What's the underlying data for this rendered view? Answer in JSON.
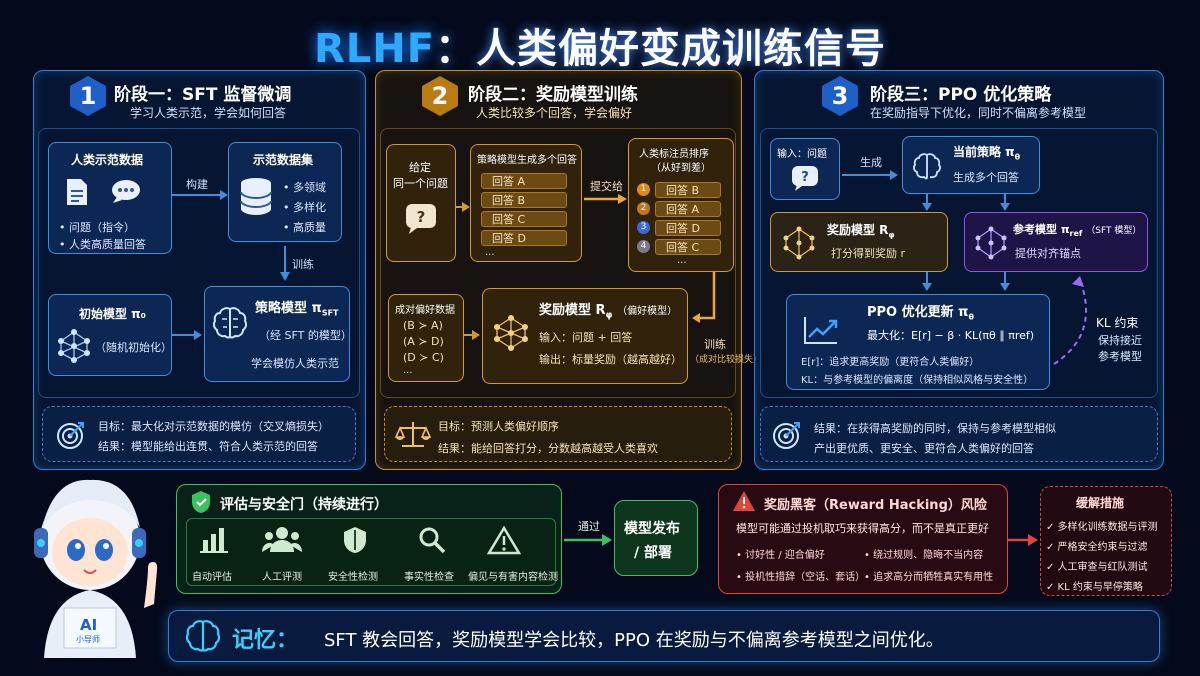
{
  "title": {
    "prefix": "RLHF",
    "rest": "：人类偏好变成训练信号"
  },
  "stage1": {
    "number": "1",
    "title": "阶段一：SFT 监督微调",
    "subtitle": "学习人类示范，学会如何回答",
    "demo_box": {
      "title": "人类示范数据",
      "items": [
        "• 问题（指令）",
        "• 人类高质量回答"
      ]
    },
    "build_label": "构建",
    "dataset_box": {
      "title": "示范数据集",
      "items": [
        "• 多领域",
        "• 多样化",
        "• 高质量"
      ]
    },
    "train_label": "训练",
    "init_box": {
      "title": "初始模型 π₀",
      "desc": "（随机初始化）"
    },
    "policy_box": {
      "title": "策略模型 π",
      "sub": "SFT",
      "desc1": "（经 SFT 的模型）",
      "desc2": "学会模仿人类示范"
    },
    "goal": "目标：最大化对示范数据的模仿（交叉熵损失）",
    "result": "结果：模型能给出连贯、符合人类示范的回答"
  },
  "stage2": {
    "number": "2",
    "title": "阶段二：奖励模型训练",
    "subtitle": "人类比较多个回答，学会偏好",
    "question_box": {
      "line1": "给定",
      "line2": "同一个问题"
    },
    "gen_box": {
      "title": "策略模型生成多个回答",
      "answers": [
        "回答 A",
        "回答 B",
        "回答 C",
        "回答 D"
      ],
      "more": "..."
    },
    "submit_label": "提交给",
    "rank_box": {
      "title1": "人类标注员排序",
      "title2": "（从好到差）",
      "ranks": [
        "回答 B",
        "回答 A",
        "回答 D",
        "回答 C"
      ],
      "nums": [
        "1",
        "2",
        "3",
        "4"
      ],
      "more": "..."
    },
    "pairs_box": {
      "title": "成对偏好数据",
      "pairs": [
        "(B ≻ A)",
        "(A ≻ D)",
        "(D ≻ C)"
      ],
      "more": "..."
    },
    "rm_box": {
      "title": "奖励模型 R",
      "sub": "φ",
      "tag": "（偏好模型）",
      "input": "输入：问题 + 回答",
      "output": "输出：标量奖励（越高越好）"
    },
    "train_label": "训练",
    "train_sub": "（成对比较损失）",
    "goal": "目标：预测人类偏好顺序",
    "result": "结果：能给回答打分，分数越高越受人类喜欢"
  },
  "stage3": {
    "number": "3",
    "title": "阶段三：PPO 优化策略",
    "subtitle": "在奖励指导下优化，同时不偏离参考模型",
    "input_box": {
      "label": "输入：问题"
    },
    "gen_label": "生成",
    "current_box": {
      "title": "当前策略 π",
      "sub": "θ",
      "desc": "生成多个回答"
    },
    "reward_box": {
      "title": "奖励模型 R",
      "sub": "φ",
      "desc": "打分得到奖励 r"
    },
    "ref_box": {
      "title": "参考模型 π",
      "sub": "ref",
      "tag": "（SFT 模型）",
      "desc": "提供对齐锚点"
    },
    "ppo_box": {
      "title": "PPO 优化更新 π",
      "sub": "θ",
      "formula": "最大化：E[r] − β · KL(πθ ∥ πref)",
      "line1": "E[r]：追求更高奖励（更符合人类偏好）",
      "line2": "KL：与参考模型的偏离度（保持相似风格与安全性）"
    },
    "kl_label": {
      "title": "KL 约束",
      "l1": "保持接近",
      "l2": "参考模型"
    },
    "result1": "结果：在获得高奖励的同时，保持与参考模型相似",
    "result2": "产出更优质、更安全、更符合人类偏好的回答"
  },
  "eval": {
    "title": "评估与安全门（持续进行）",
    "items": [
      "自动评估",
      "人工评测",
      "安全性检测",
      "事实性检查",
      "偏见与有害内容检测"
    ],
    "pass_label": "通过",
    "deploy": {
      "l1": "模型发布",
      "l2": "/ 部署"
    }
  },
  "hacking": {
    "title": "奖励黑客（Reward Hacking）风险",
    "desc": "模型可能通过投机取巧来获得高分，而不是真正更好",
    "items": [
      "• 讨好性 / 迎合偏好",
      "• 绕过规则、隐晦不当内容",
      "• 投机性措辞（空话、套话）",
      "• 追求高分而牺牲真实有用性"
    ]
  },
  "mitigation": {
    "title": "缓解措施",
    "items": [
      "✓ 多样化训练数据与评测",
      "✓ 严格安全约束与过滤",
      "✓ 人工审查与红队测试",
      "✓ KL 约束与早停策略"
    ]
  },
  "mascot": {
    "badge": "AI",
    "sub": "小导师"
  },
  "memory": {
    "label": "记忆：",
    "text": "SFT 教会回答，奖励模型学会比较，PPO 在奖励与不偏离参考模型之间优化。"
  },
  "colors": {
    "blue": "#3f8ee0",
    "gold": "#d69a2a",
    "purple": "#8b5ae0",
    "green": "#3cc060",
    "red": "#e0443a",
    "cyan": "#37d0ff"
  }
}
